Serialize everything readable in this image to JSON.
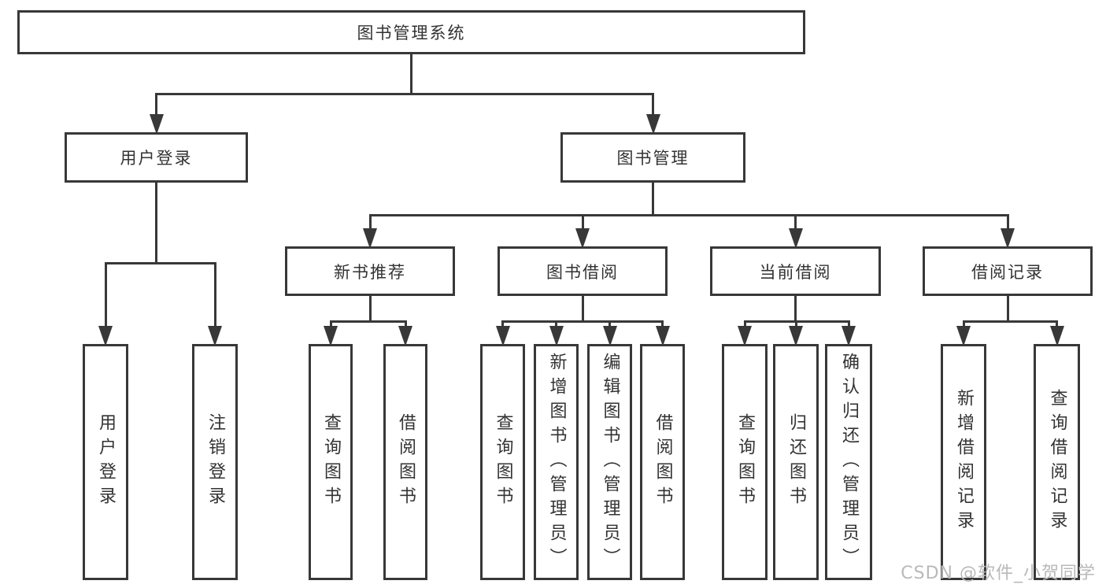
{
  "watermark": "CSDN @软件_小贺同学",
  "colors": {
    "line": "#383838",
    "box_border": "#383838",
    "text": "#333333",
    "background": "#ffffff",
    "watermark": "#b9b9b9"
  },
  "tree": {
    "id": "root",
    "label": "图书管理系统",
    "children": [
      {
        "id": "user-login",
        "label": "用户登录",
        "children": [
          {
            "id": "leaf-user-login",
            "label": "用户登录"
          },
          {
            "id": "leaf-logout",
            "label": "注销登录"
          }
        ]
      },
      {
        "id": "book-mgmt",
        "label": "图书管理",
        "children": [
          {
            "id": "new-book-rec",
            "label": "新书推荐",
            "children": [
              {
                "id": "leaf-rec-query",
                "label": "查询图书"
              },
              {
                "id": "leaf-rec-borrow",
                "label": "借阅图书"
              }
            ]
          },
          {
            "id": "book-borrow",
            "label": "图书借阅",
            "children": [
              {
                "id": "leaf-borrow-query",
                "label": "查询图书"
              },
              {
                "id": "leaf-borrow-add",
                "label": "新增图书（管理员）"
              },
              {
                "id": "leaf-borrow-edit",
                "label": "编辑图书（管理员）"
              },
              {
                "id": "leaf-borrow-do",
                "label": "借阅图书"
              }
            ]
          },
          {
            "id": "current-borrow",
            "label": "当前借阅",
            "children": [
              {
                "id": "leaf-cur-query",
                "label": "查询图书"
              },
              {
                "id": "leaf-cur-return",
                "label": "归还图书"
              },
              {
                "id": "leaf-cur-confirm",
                "label": "确认归还（管理员）"
              }
            ]
          },
          {
            "id": "borrow-record",
            "label": "借阅记录",
            "children": [
              {
                "id": "leaf-log-add",
                "label": "新增借阅记录"
              },
              {
                "id": "leaf-log-query",
                "label": "查询借阅记录"
              }
            ]
          }
        ]
      }
    ]
  }
}
